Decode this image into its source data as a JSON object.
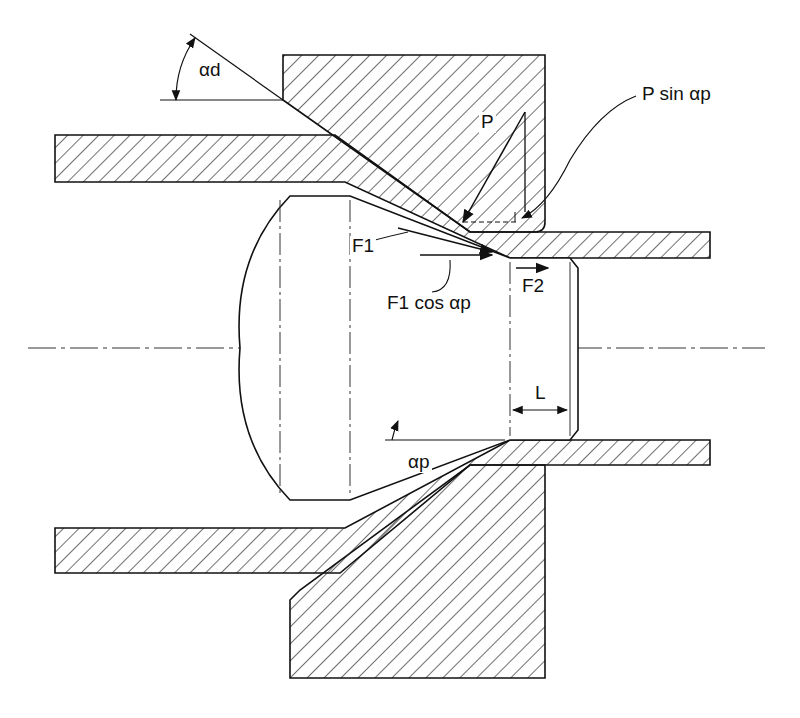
{
  "diagram": {
    "labels": [
      "αd",
      "P",
      "P sin αp",
      "F1",
      "F1 cos αp",
      "F2",
      "L",
      "αp"
    ]
  }
}
